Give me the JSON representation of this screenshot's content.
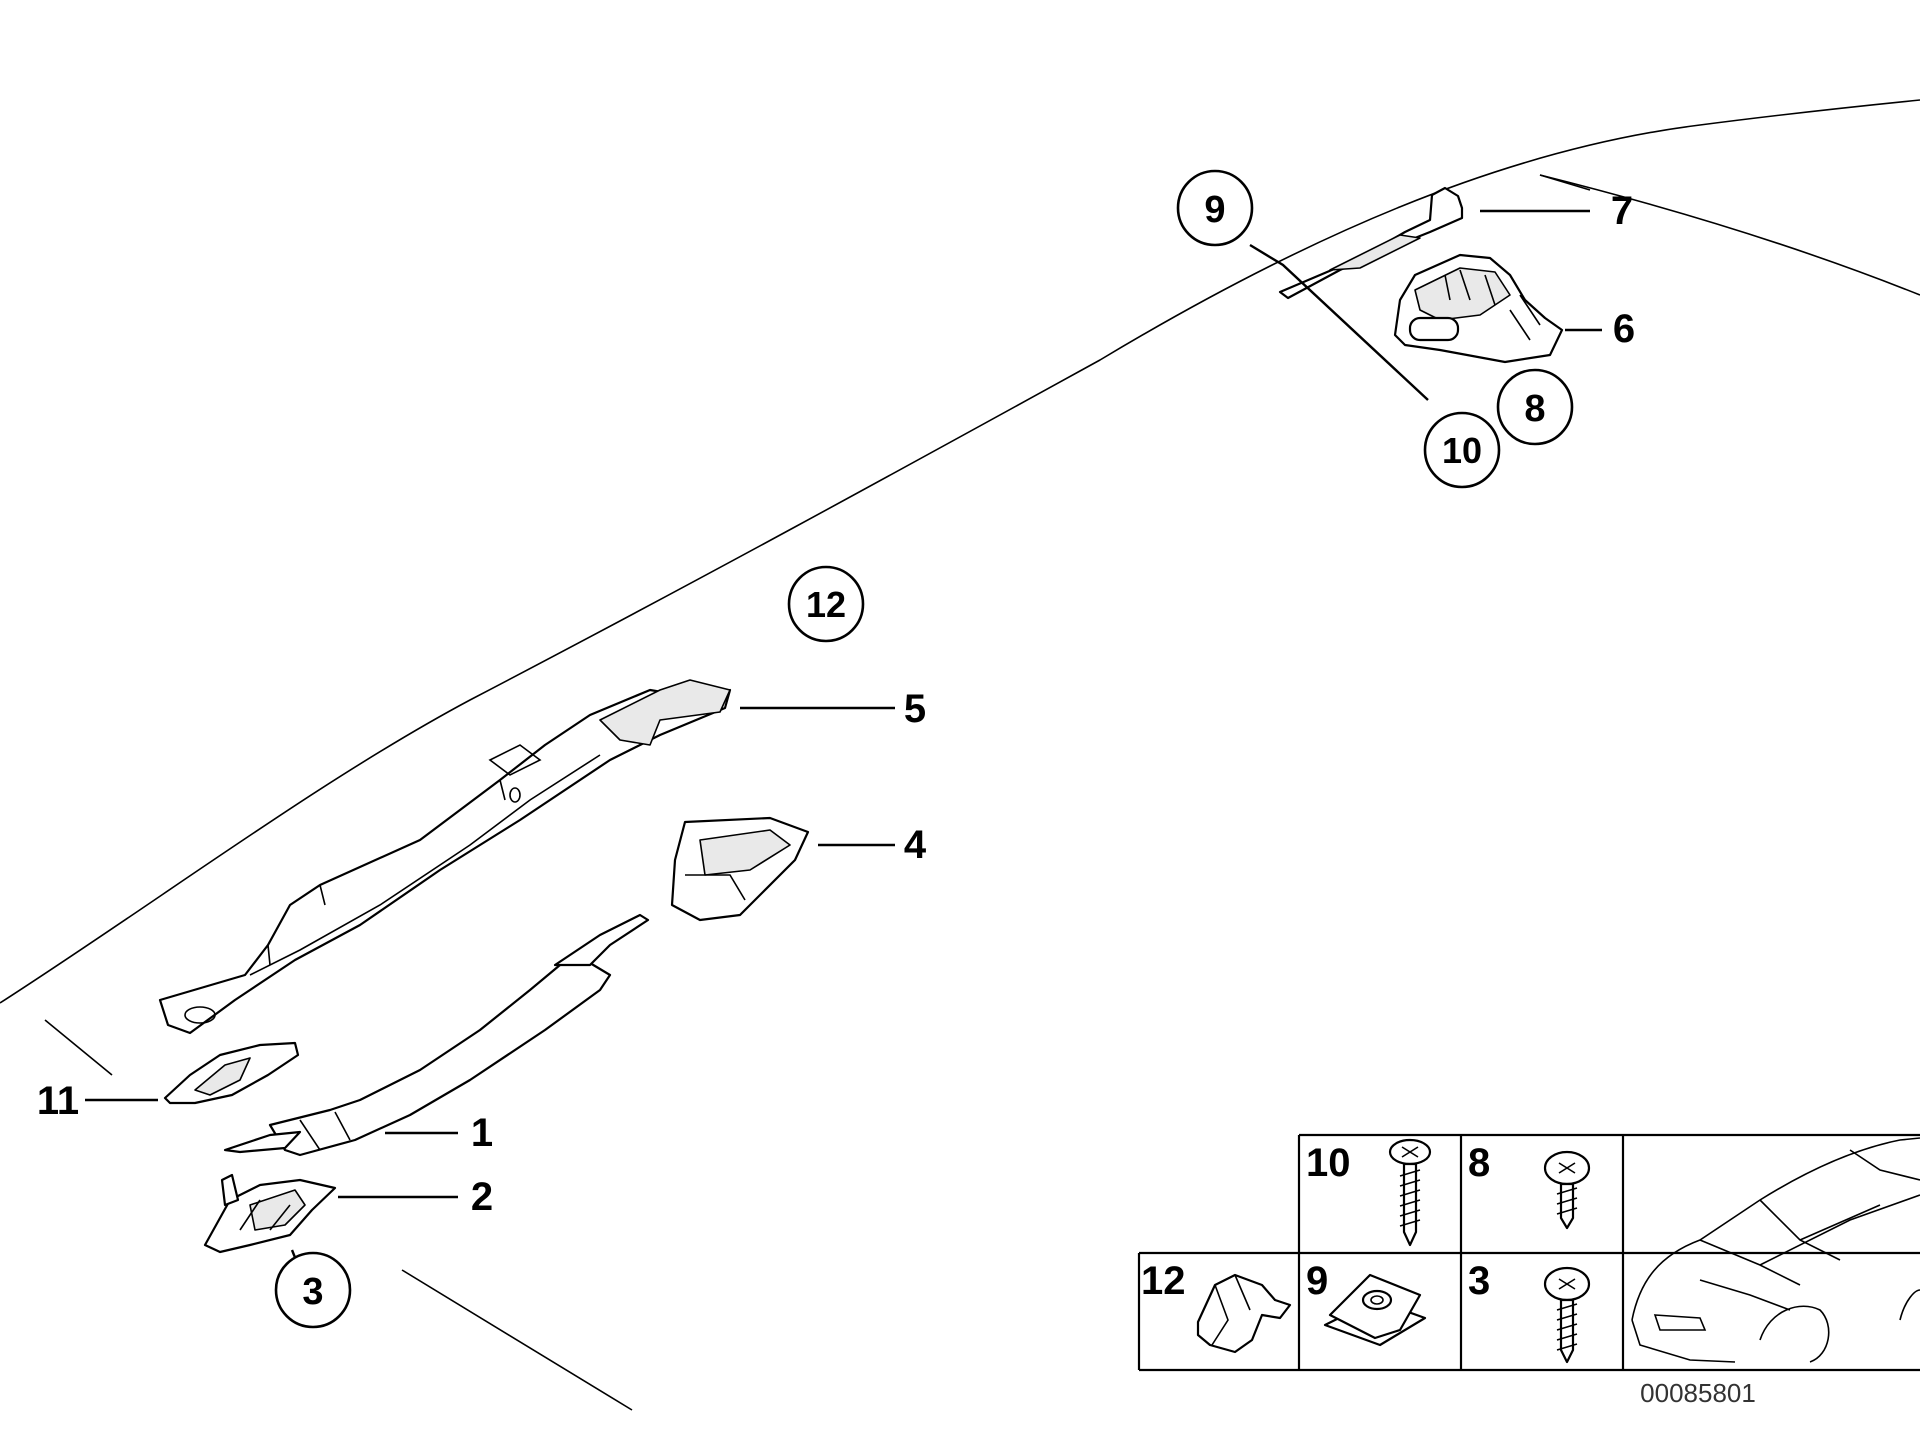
{
  "diagram": {
    "callouts": [
      {
        "id": "c1",
        "label": "1"
      },
      {
        "id": "c2",
        "label": "2"
      },
      {
        "id": "c3",
        "label": "3"
      },
      {
        "id": "c4",
        "label": "4"
      },
      {
        "id": "c5",
        "label": "5"
      },
      {
        "id": "c6",
        "label": "6"
      },
      {
        "id": "c7",
        "label": "7"
      },
      {
        "id": "c8",
        "label": "8"
      },
      {
        "id": "c9",
        "label": "9"
      },
      {
        "id": "c10",
        "label": "10"
      },
      {
        "id": "c11",
        "label": "11"
      },
      {
        "id": "c12",
        "label": "12"
      }
    ],
    "legend": {
      "cells": [
        {
          "label": "10",
          "icon": "screw-icon"
        },
        {
          "label": "8",
          "icon": "screw-icon"
        },
        {
          "label": "12",
          "icon": "clip-icon"
        },
        {
          "label": "9",
          "icon": "clip-nut-icon"
        },
        {
          "label": "3",
          "icon": "screw-icon"
        }
      ],
      "vehicle_icon": "car-icon"
    },
    "diagram_code": "00085801"
  }
}
